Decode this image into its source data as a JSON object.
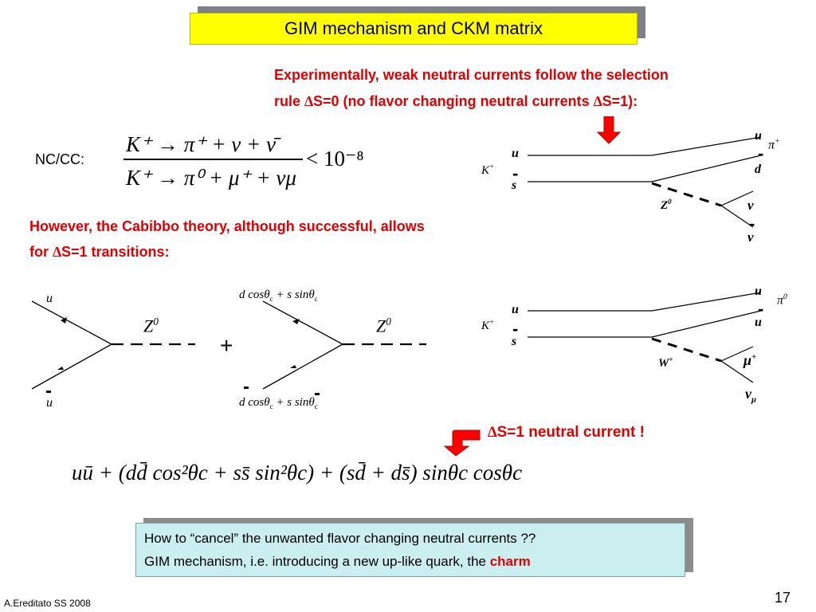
{
  "title": "GIM mechanism and CKM matrix",
  "intro": {
    "line1": "Experimentally, weak neutral currents follow the selection",
    "line2_a": "rule ",
    "line2_b": "S=0 (no flavor changing neutral currents ",
    "line2_c": "S=1):"
  },
  "ncc_label": "NC/CC:",
  "formula": {
    "num": "K⁺ → π⁺ + ν + ν̄",
    "den": "K⁺ → π⁰ + μ⁺ + νμ",
    "bound": "< 10⁻⁸"
  },
  "cabibbo": {
    "line1": "However, the Cabibbo theory, although successful, allows",
    "line2_a": "for ",
    "line2_b": "S=1 transitions:"
  },
  "diagram1": {
    "u": "u",
    "s": "s",
    "Kp": "K",
    "Kp_sup": "+",
    "out_u": "u",
    "out_d": "d",
    "pi": "π",
    "pi_sup": "+",
    "boson": "Z",
    "boson_sup": "0",
    "nu": "ν",
    "nubar": "ν"
  },
  "diagram2": {
    "u": "u",
    "s": "s",
    "Kp": "K",
    "Kp_sup": "+",
    "out_u": "u",
    "out_ubar": "u",
    "pi": "π",
    "pi_sup": "0",
    "boson": "W",
    "boson_sup": "+",
    "mu": "μ",
    "mu_sup": "+",
    "numu": "ν",
    "numu_sub": "μ"
  },
  "vertex1": {
    "top": "u",
    "bottom": "u",
    "boson": "Z",
    "boson_sup": "0"
  },
  "plus": "+",
  "vertex2": {
    "top": "d cosθ",
    "top_sub": "c",
    "top_b": " + s sinθ",
    "top_sub2": "c",
    "bottom": "d cosθ",
    "bottom_sub": "c",
    "bottom_b": " + s sinθ",
    "bottom_sub2": "c",
    "boson": "Z",
    "boson_sup": "0"
  },
  "delta_s_label": "S=1 neutral current !",
  "big_formula": "uū + (dd̄ cos²θc + ss̄ sin²θc) + (sd̄ + ds̄) sinθc cosθc",
  "bottom_box": {
    "line1": "How to “cancel” the unwanted flavor changing neutral currents ??",
    "line2_a": "GIM mechanism, i.e. introducing a new up-like quark, the ",
    "line2_b": "charm"
  },
  "footer_left": "A.Ereditato SS 2008",
  "page_number": "17"
}
